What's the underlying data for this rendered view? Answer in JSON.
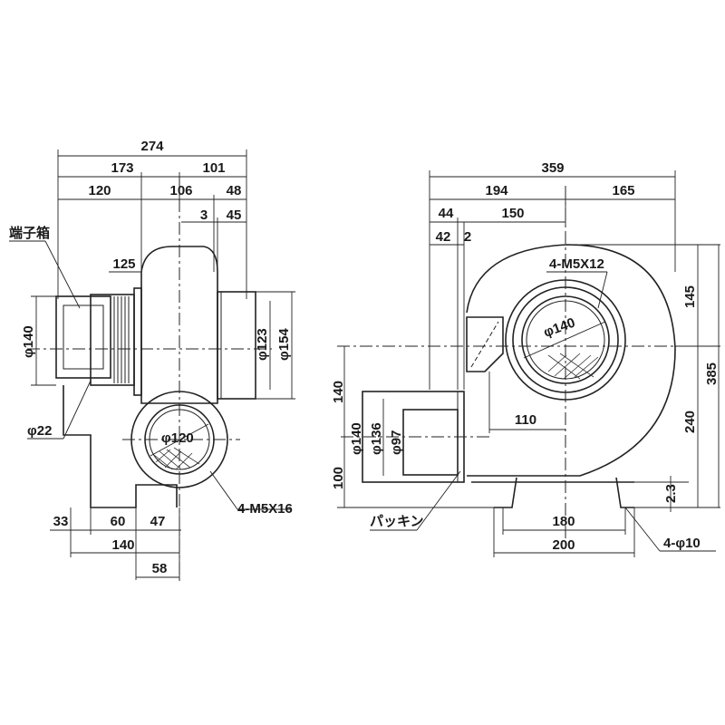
{
  "side_view": {
    "dims_top": {
      "overall": "274",
      "left": "173",
      "right": "101",
      "a": "120",
      "b": "106",
      "c": "48",
      "d": "3",
      "e": "45"
    },
    "terminal_box_label": "端子箱",
    "dim_125": "125",
    "dim_phi140": "φ140",
    "dim_phi123": "φ123",
    "dim_phi154": "φ154",
    "dim_phi22": "φ22",
    "dim_phi120": "φ120",
    "bolt_label": "4-M5X16",
    "dims_bottom": {
      "a": "33",
      "b": "60",
      "c": "47",
      "d": "140",
      "e": "58"
    }
  },
  "front_view": {
    "dims_top": {
      "overall": "359",
      "left": "194",
      "right": "165",
      "a": "44",
      "b": "150",
      "c": "42",
      "d": "2"
    },
    "bolt_label": "4-M5X12",
    "dim_phi140_inlet": "φ140",
    "dim_145": "145",
    "dim_385": "385",
    "dim_240": "240",
    "dim_140_left": "140",
    "dim_100_left": "100",
    "dim_phi140_outlet": "φ140",
    "dim_phi136": "φ136",
    "dim_phi97": "φ97",
    "dim_110": "110",
    "dim_2_3": "2.3",
    "packing_label": "パッキン",
    "dim_180": "180",
    "dim_200": "200",
    "hole_label": "4-φ10"
  }
}
